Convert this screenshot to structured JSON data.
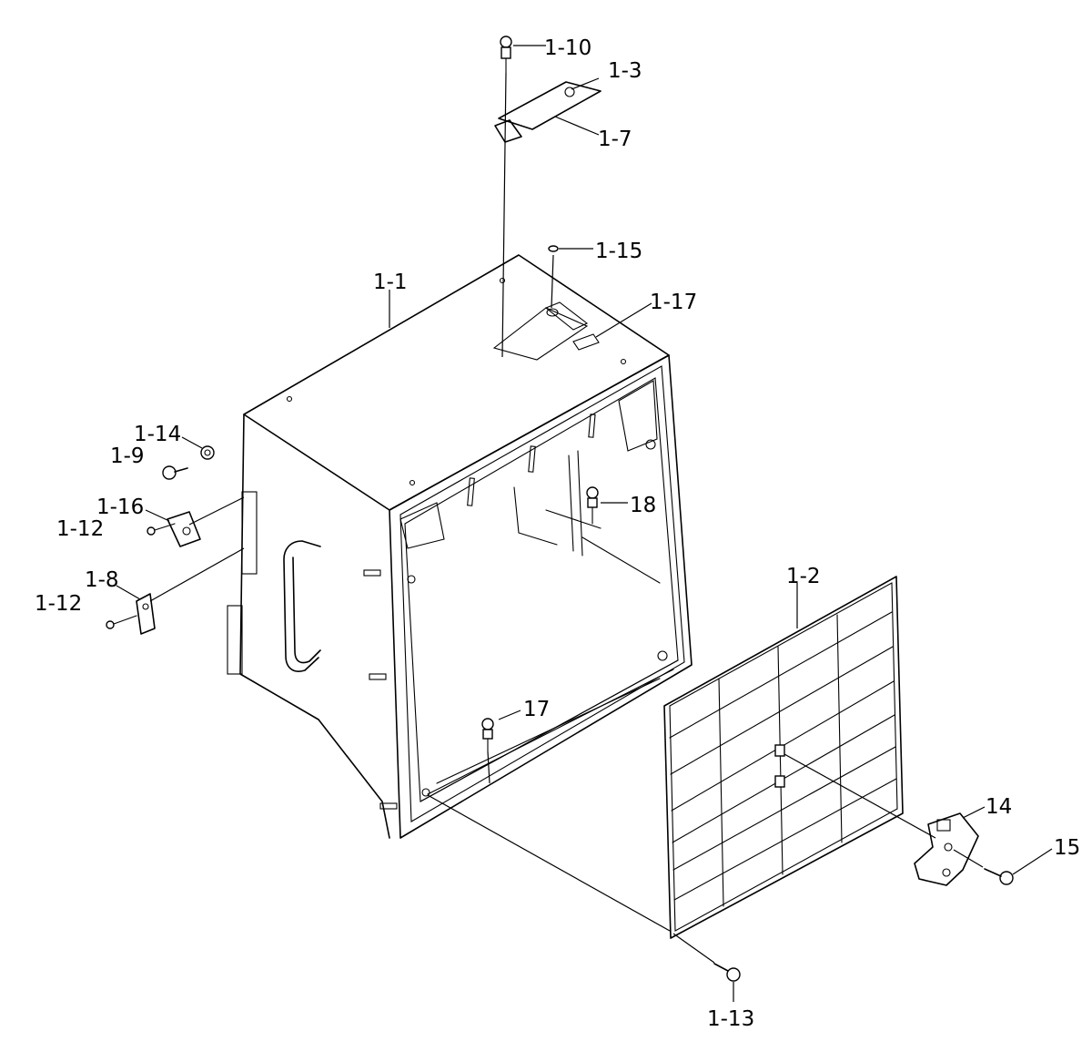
{
  "labels": {
    "p1_10": "1-10",
    "p1_3": "1-3",
    "p1_7": "1-7",
    "p1_15": "1-15",
    "p1_1": "1-1",
    "p1_17": "1-17",
    "p1_14": "1-14",
    "p1_9": "1-9",
    "p1_16": "1-16",
    "p1_12a": "1-12",
    "p18": "18",
    "p1_8": "1-8",
    "p1_12b": "1-12",
    "p1_2": "1-2",
    "p17": "17",
    "p14": "14",
    "p15": "15",
    "p1_13": "1-13"
  }
}
